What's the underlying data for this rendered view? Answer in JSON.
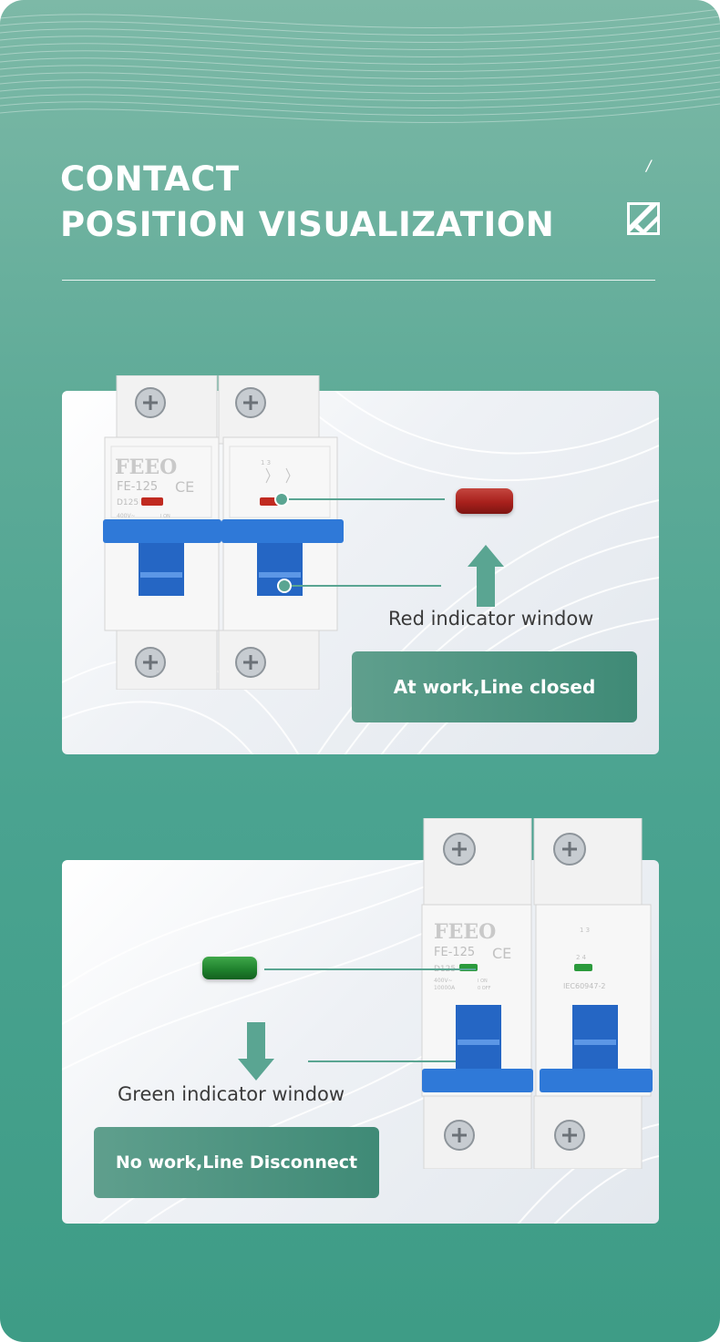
{
  "header": {
    "title_line1": "CONTACT",
    "title_line2": "POSITION VISUALIZATION",
    "slash_mark": "/",
    "logo_icon": "checkmark-square-logo-icon"
  },
  "breaker_labels": {
    "brand": "FEEO",
    "model": "FE-125",
    "rating": "D125",
    "ce_mark": "CE",
    "voltage": "400V~",
    "breaking_capacity": "10000A",
    "on_label": "I ON",
    "off_label": "0 OFF",
    "standard": "IEC60947-2",
    "terminal_top": "1 3",
    "terminal_bottom": "2 4"
  },
  "closed_state": {
    "indicator_label": "Red indicator window",
    "status_text": "At work,Line closed",
    "indicator_color": "#a8201c"
  },
  "open_state": {
    "indicator_label": "Green indicator window",
    "status_text": "No work,Line Disconnect",
    "indicator_color": "#1e7f2c"
  },
  "colors": {
    "background_top": "#7db9a7",
    "background_bottom": "#3e9c86",
    "accent_teal": "#5aa592",
    "handle_blue": "#2f79d8"
  }
}
